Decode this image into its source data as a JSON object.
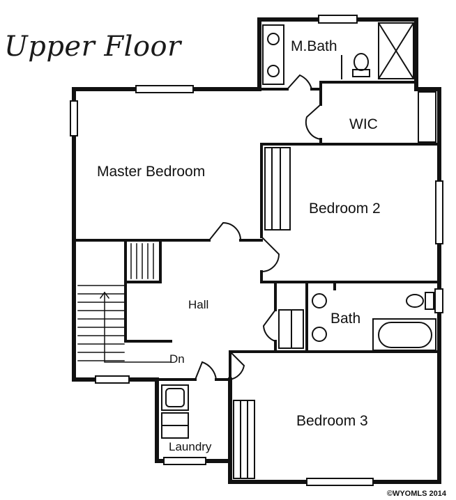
{
  "title": "Upper Floor",
  "rooms": {
    "mbath": "M.Bath",
    "wic": "WIC",
    "master": "Master Bedroom",
    "bed2": "Bedroom 2",
    "hall": "Hall",
    "bath": "Bath",
    "dn": "Dn",
    "bed3": "Bedroom 3",
    "laundry": "Laundry"
  },
  "copyright": "©WYOMLS 2014"
}
